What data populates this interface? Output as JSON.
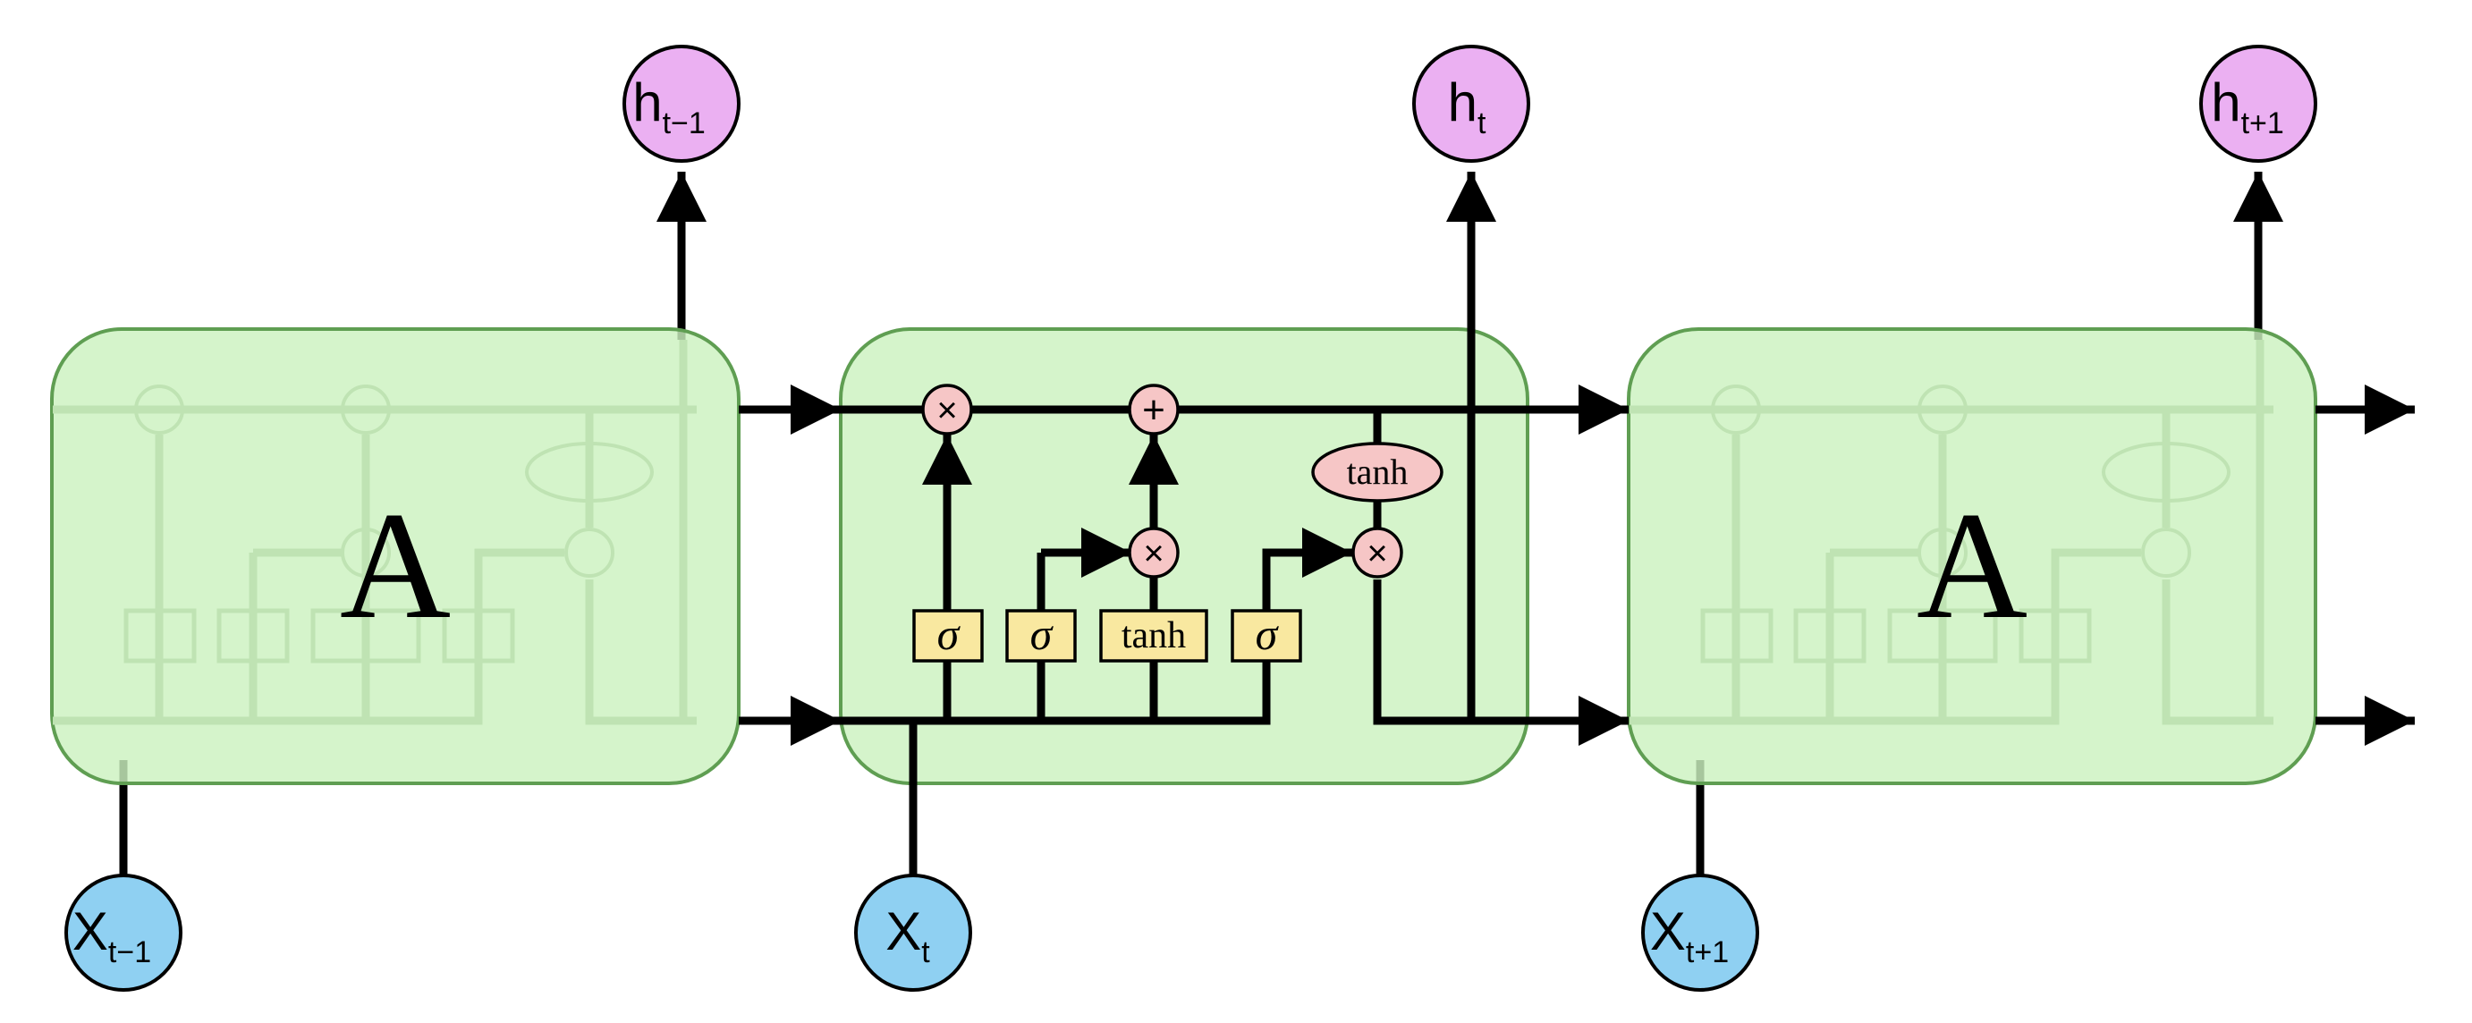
{
  "cells": {
    "prev": {
      "label": "A"
    },
    "next": {
      "label": "A"
    }
  },
  "outputs": {
    "prev": {
      "base": "h",
      "sub": "t−1"
    },
    "curr": {
      "base": "h",
      "sub": "t"
    },
    "next": {
      "base": "h",
      "sub": "t+1"
    }
  },
  "inputs": {
    "prev": {
      "base": "X",
      "sub": "t−1"
    },
    "curr": {
      "base": "X",
      "sub": "t"
    },
    "next": {
      "base": "X",
      "sub": "t+1"
    }
  },
  "gates": {
    "forget": "σ",
    "input": "σ",
    "candidate": "tanh",
    "output": "σ"
  },
  "operations": {
    "forget_multiply": "×",
    "state_add": "+",
    "input_multiply": "×",
    "output_multiply": "×",
    "state_tanh": "tanh"
  },
  "colors": {
    "cell_fill": "#ccf2c0",
    "cell_border": "#5f9e52",
    "gate_fill": "#f9e8a0",
    "operation_fill": "#f6c6c6",
    "output_node": "#ebb0f2",
    "input_node": "#8fd0f2"
  }
}
